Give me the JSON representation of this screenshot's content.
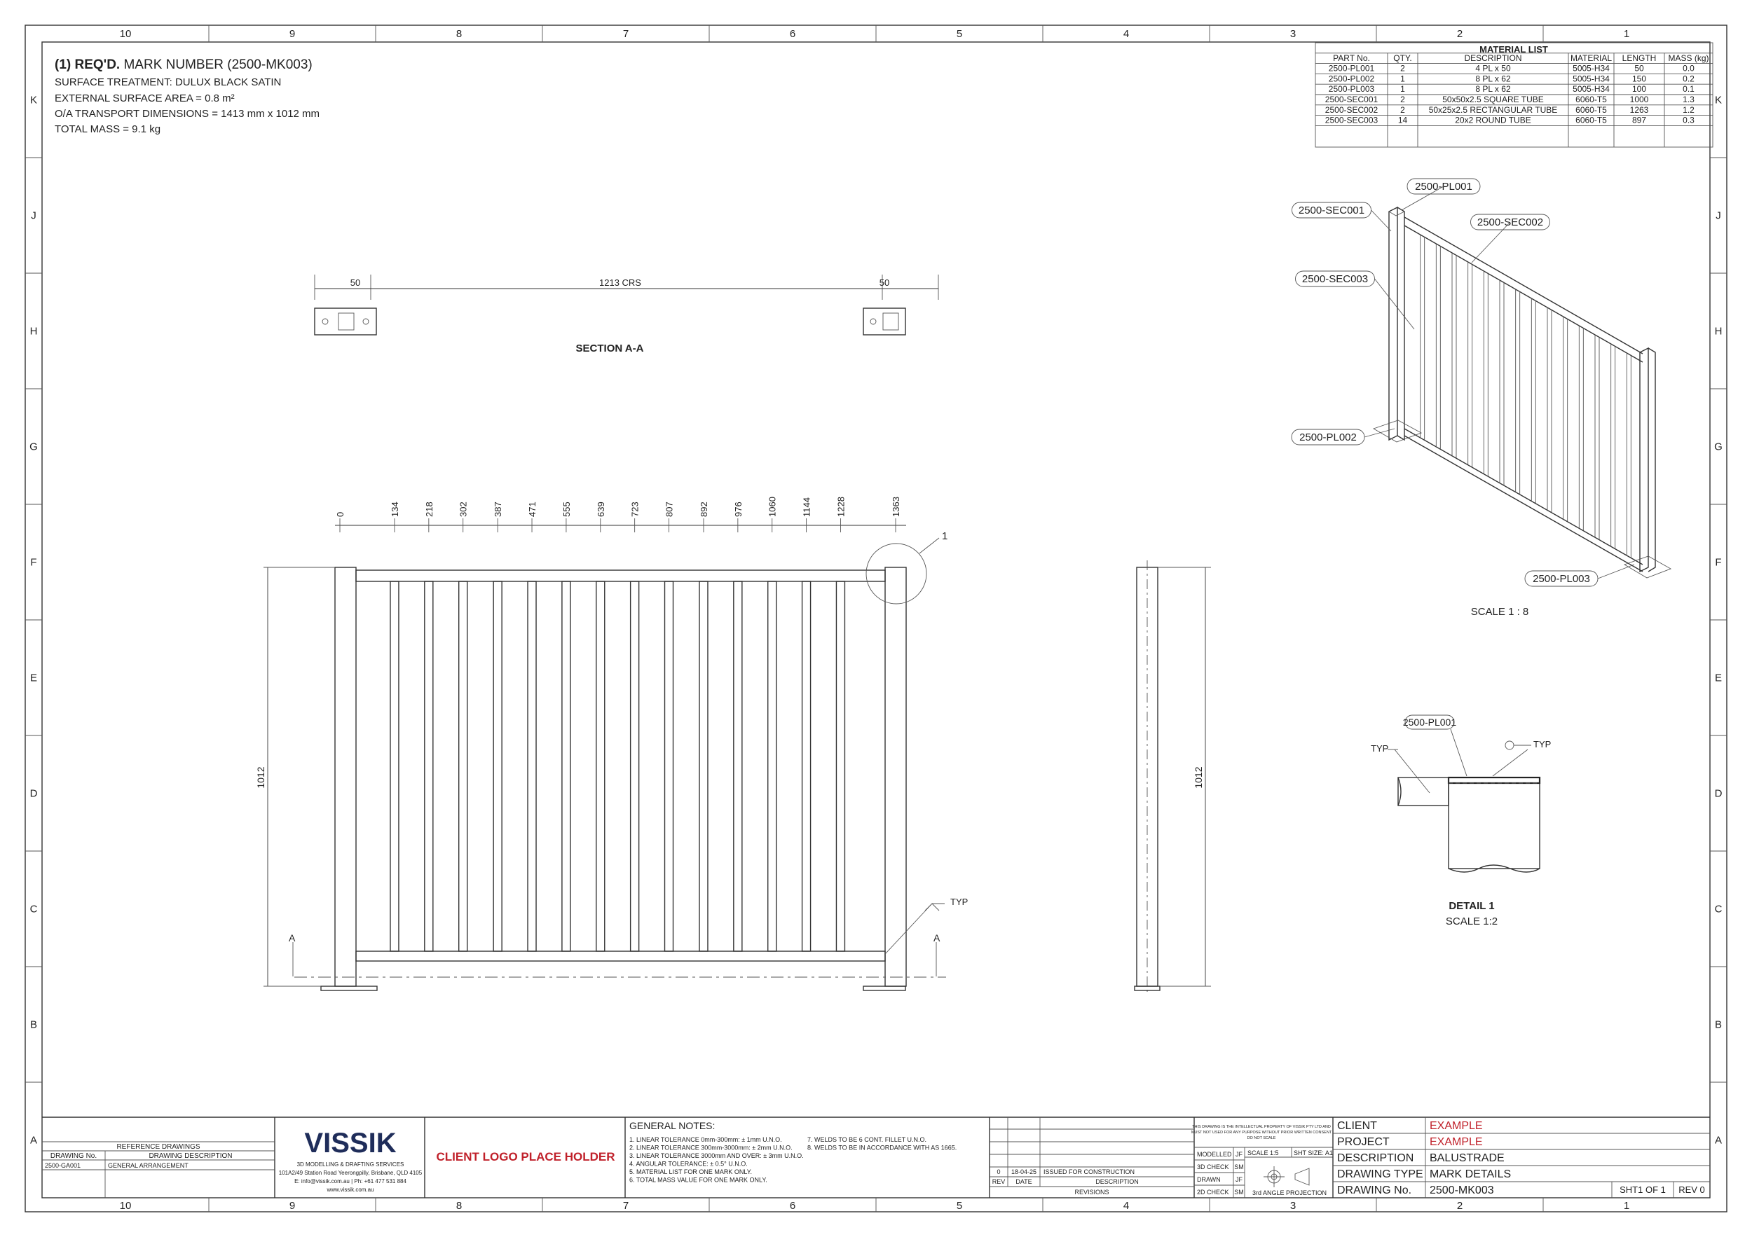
{
  "grid": {
    "columns": [
      "10",
      "9",
      "8",
      "7",
      "6",
      "5",
      "4",
      "3",
      "2",
      "1"
    ],
    "rows": [
      "K",
      "J",
      "H",
      "G",
      "F",
      "E",
      "D",
      "C",
      "B",
      "A"
    ]
  },
  "header_notes": {
    "qty": "(1) REQ'D.",
    "mark": "MARK NUMBER (2500-MK003)",
    "surface_treatment": "SURFACE TREATMENT: DULUX BLACK SATIN",
    "surface_area": "EXTERNAL SURFACE AREA = 0.8 m²",
    "transport": "O/A TRANSPORT DIMENSIONS = 1413 mm x 1012 mm",
    "mass": "TOTAL MASS = 9.1 kg"
  },
  "material_list": {
    "title": "MATERIAL LIST",
    "headers": [
      "PART No.",
      "QTY.",
      "DESCRIPTION",
      "MATERIAL",
      "LENGTH",
      "MASS (kg)"
    ],
    "rows": [
      [
        "2500-PL001",
        "2",
        "4 PL x 50",
        "5005-H34",
        "50",
        "0.0"
      ],
      [
        "2500-PL002",
        "1",
        "8 PL x 62",
        "5005-H34",
        "150",
        "0.2"
      ],
      [
        "2500-PL003",
        "1",
        "8 PL x 62",
        "5005-H34",
        "100",
        "0.1"
      ],
      [
        "2500-SEC001",
        "2",
        "50x50x2.5 SQUARE TUBE",
        "6060-T5",
        "1000",
        "1.3"
      ],
      [
        "2500-SEC002",
        "2",
        "50x25x2.5 RECTANGULAR TUBE",
        "6060-T5",
        "1263",
        "1.2"
      ],
      [
        "2500-SEC003",
        "14",
        "20x2  ROUND TUBE",
        "6060-T5",
        "897",
        "0.3"
      ]
    ]
  },
  "section_aa": {
    "title": "SECTION A-A",
    "dim_left": "50",
    "dim_mid": "1213 CRS",
    "dim_right": "50"
  },
  "elevation": {
    "ordinates": [
      "0",
      "134",
      "218",
      "302",
      "387",
      "471",
      "555",
      "639",
      "723",
      "807",
      "892",
      "976",
      "1060",
      "1144",
      "1228",
      "1363"
    ],
    "height": "1012",
    "detail_ref": "1",
    "typ": "TYP",
    "section_mark": "A"
  },
  "side_view": {
    "height": "1012"
  },
  "iso_view": {
    "callouts": [
      "2500-PL001",
      "2500-SEC001",
      "2500-SEC002",
      "2500-SEC003",
      "2500-PL002",
      "2500-PL003"
    ],
    "scale": "SCALE 1 : 8"
  },
  "detail1": {
    "callout": "2500-PL001",
    "typ_left": "TYP",
    "typ_right": "TYP",
    "title": "DETAIL 1",
    "scale": "SCALE 1:2"
  },
  "title_block": {
    "ref_title": "REFERENCE DRAWINGS",
    "ref_headers": [
      "DRAWING No.",
      "DRAWING DESCRIPTION"
    ],
    "ref_rows": [
      [
        "2500-GA001",
        "GENERAL ARRANGEMENT"
      ]
    ],
    "company": "VISSIK",
    "company_lines": [
      "3D MODELLING & DRAFTING SERVICES",
      "101A2/49 Station Road Yeerongpilly, Brisbane, QLD 4105",
      "E: info@vissik.com.au | Ph: +61 477 531 884",
      "www.vissik.com.au"
    ],
    "client_logo": "CLIENT LOGO PLACE HOLDER",
    "notes_title": "GENERAL NOTES:",
    "notes_left": [
      "1. LINEAR TOLERANCE 0mm-300mm: ± 1mm U.N.O.",
      "2. LINEAR TOLERANCE 300mm-3000mm: ± 2mm U.N.O.",
      "3. LINEAR TOLERANCE 3000mm AND OVER: ± 3mm U.N.O.",
      "4. ANGULAR TOLERANCE: ± 0.5° U.N.O.",
      "5. MATERIAL LIST FOR ONE MARK ONLY.",
      "6. TOTAL MASS VALUE FOR ONE MARK ONLY."
    ],
    "notes_right": [
      "7. WELDS TO BE 6 CONT. FILLET U.N.O.",
      "8. WELDS TO BE IN ACCORDANCE WITH AS 1665."
    ],
    "revisions": {
      "rows": [
        [
          "0",
          "18-04-25",
          "ISSUED FOR CONSTRUCTION"
        ]
      ],
      "headers": [
        "REV",
        "DATE",
        "DESCRIPTION"
      ],
      "title": "REVISIONS"
    },
    "copyright": [
      "THIS DRAWING IS THE INTELLECTUAL PROPERTY OF VISSIK PTY LTD AND",
      "MUST NOT USED FOR ANY PURPOSE WITHOUT PRIOR WRITTEN CONSENT",
      "DO NOT SCALE"
    ],
    "checks": [
      [
        "MODELLED",
        "JF"
      ],
      [
        "3D CHECK",
        "SM"
      ],
      [
        "DRAWN",
        "JF"
      ],
      [
        "2D CHECK",
        "SM"
      ]
    ],
    "scale": "SCALE  1:5",
    "sheet_size": "SHT SIZE: A1",
    "projection": "3rd ANGLE PROJECTION",
    "fields": [
      [
        "CLIENT",
        "EXAMPLE"
      ],
      [
        "PROJECT",
        "EXAMPLE"
      ],
      [
        "DESCRIPTION",
        "BALUSTRADE"
      ],
      [
        "DRAWING TYPE",
        "MARK DETAILS"
      ],
      [
        "DRAWING No.",
        "2500-MK003"
      ]
    ],
    "sheet": "SHT1  OF  1",
    "rev": "REV 0"
  }
}
